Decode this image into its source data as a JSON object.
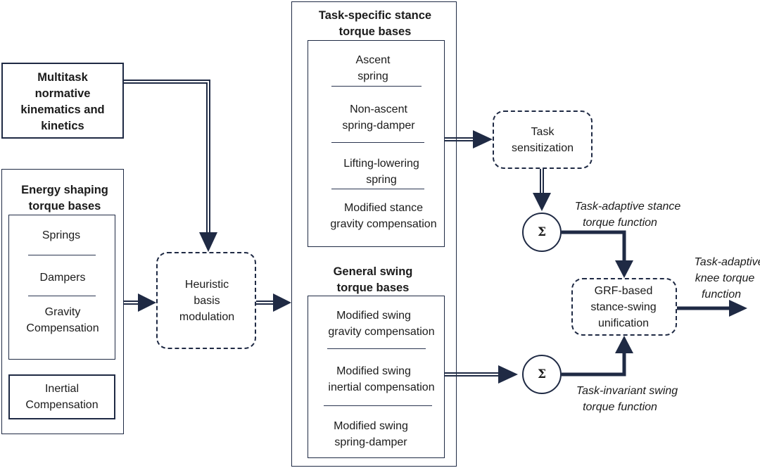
{
  "multitask": {
    "lines": [
      "Multitask",
      "normative",
      "kinematics and",
      "kinetics"
    ]
  },
  "energy": {
    "title": [
      "Energy shaping",
      "torque bases"
    ],
    "springs": "Springs",
    "dampers": "Dampers",
    "gravity": [
      "Gravity",
      "Compensation"
    ],
    "inertial": [
      "Inertial",
      "Compensation"
    ]
  },
  "heuristic": {
    "lines": [
      "Heuristic",
      "basis",
      "modulation"
    ]
  },
  "stance": {
    "title": [
      "Task-specific stance",
      "torque bases"
    ],
    "items": [
      [
        "Ascent",
        "spring"
      ],
      [
        "Non-ascent",
        "spring-damper"
      ],
      [
        "Lifting-lowering",
        "spring"
      ],
      [
        "Modified stance",
        "gravity compensation"
      ]
    ]
  },
  "swing": {
    "title": [
      "General swing",
      "torque bases"
    ],
    "items": [
      [
        "Modified swing",
        "gravity compensation"
      ],
      [
        "Modified swing",
        "inertial compensation"
      ],
      [
        "Modified swing",
        "spring-damper"
      ]
    ]
  },
  "task_sens": {
    "lines": [
      "Task",
      "sensitization"
    ]
  },
  "sigma_symbol": "Σ",
  "labels": {
    "stance_fn": [
      "Task-adaptive stance",
      "torque function"
    ],
    "swing_fn": [
      "Task-invariant swing",
      "torque function"
    ],
    "knee_fn": [
      "Task-adaptive",
      "knee torque",
      "function"
    ]
  },
  "grf": {
    "lines": [
      "GRF-based",
      "stance-swing",
      "unification"
    ]
  },
  "colors": {
    "line": "#1f2a44"
  }
}
